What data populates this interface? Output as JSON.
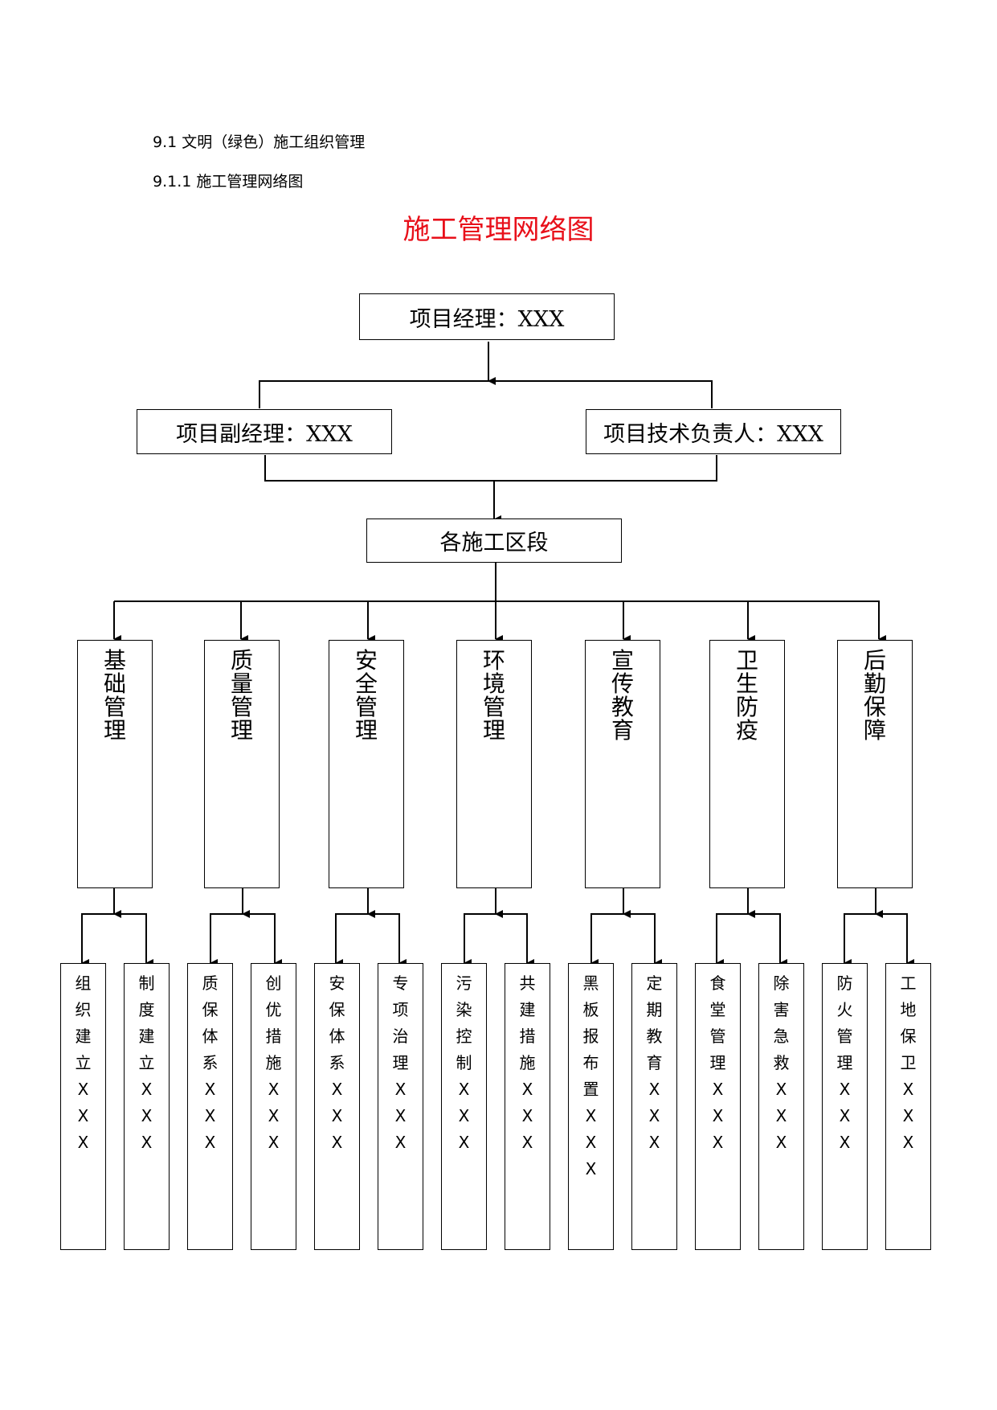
{
  "headings": {
    "h1": "9.1  文明（绿色）施工组织管理",
    "h2": "9.1.1  施工管理网络图"
  },
  "title": "施工管理网络图",
  "colors": {
    "title": "#e8101a",
    "line": "#000000"
  },
  "top": {
    "manager": "项目经理：XXX"
  },
  "second": {
    "deputy": "项目副经理：XXX",
    "technical": "项目技术负责人：XXX"
  },
  "sections": {
    "label": "各施工区段"
  },
  "groups": [
    {
      "label": "基础管理",
      "leaves": [
        "组织建立XXX",
        "制度建立XXX"
      ]
    },
    {
      "label": "质量管理",
      "leaves": [
        "质保体系XXX",
        "创优措施XXX"
      ]
    },
    {
      "label": "安全管理",
      "leaves": [
        "安保体系XXX",
        "专项治理XXX"
      ]
    },
    {
      "label": "环境管理",
      "leaves": [
        "污染控制XXX",
        "共建措施XXX"
      ]
    },
    {
      "label": "宣传教育",
      "leaves": [
        "黑板报布置XXX",
        "定期教育XXX"
      ]
    },
    {
      "label": "卫生防疫",
      "leaves": [
        "食堂管理XXX",
        "除害急救XXX"
      ]
    },
    {
      "label": "后勤保障",
      "leaves": [
        "防火管理XXX",
        "工地保卫XXX"
      ]
    }
  ]
}
